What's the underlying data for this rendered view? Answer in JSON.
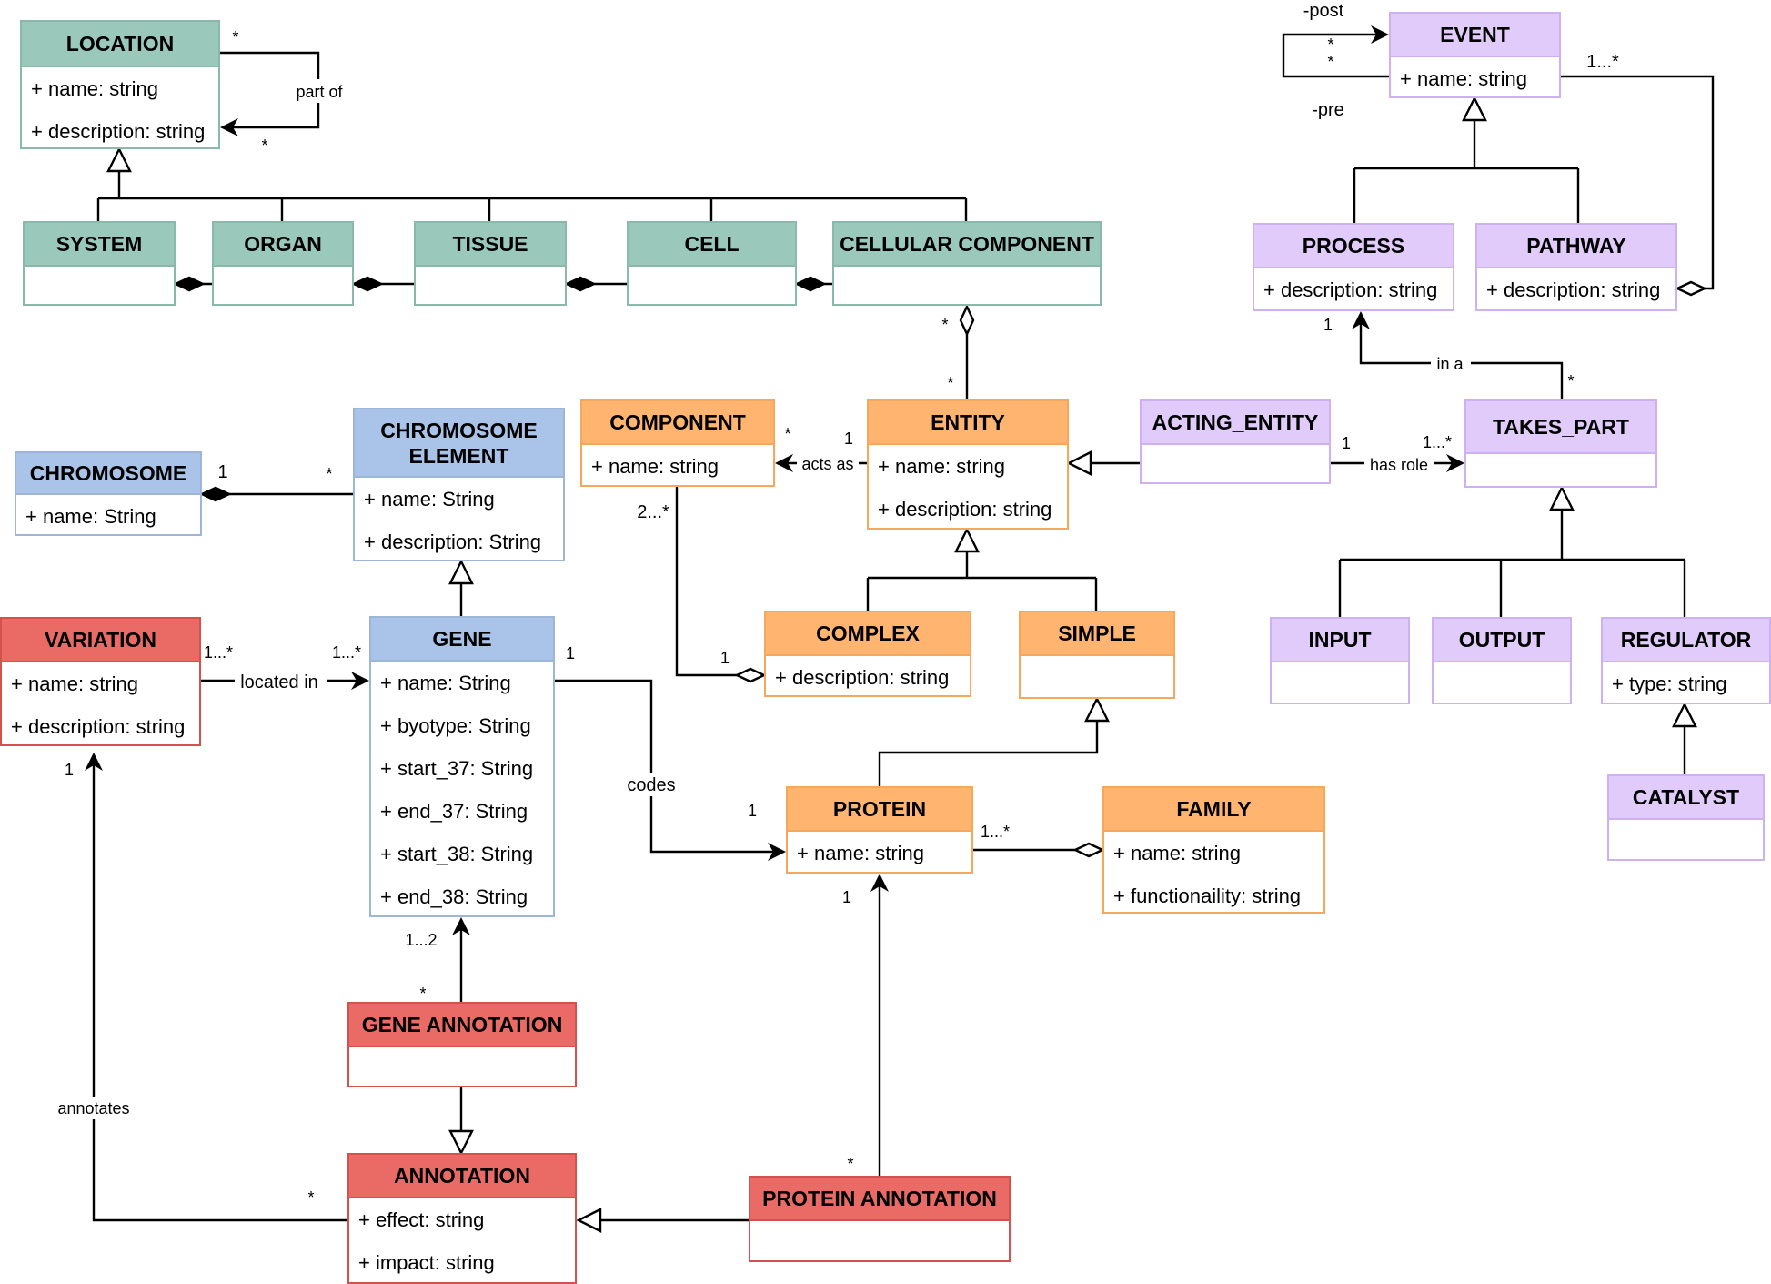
{
  "palette": {
    "teal_header": "#9ac9bc",
    "teal_border": "#8ab8ab",
    "blue_header": "#a9c4e8",
    "blue_border": "#9db5d6",
    "orange_header": "#ffb570",
    "orange_border": "#f5a85c",
    "purple_header": "#e1cbfb",
    "purple_border": "#cdb1f0",
    "red_header": "#ea6b66",
    "red_border": "#d4524d"
  },
  "classes": [
    {
      "id": "location",
      "name": "LOCATION",
      "color": "teal",
      "attributes": [
        "+ name: string",
        "+ description: string"
      ]
    },
    {
      "id": "system",
      "name": "SYSTEM",
      "color": "teal",
      "attributes": []
    },
    {
      "id": "organ",
      "name": "ORGAN",
      "color": "teal",
      "attributes": []
    },
    {
      "id": "tissue",
      "name": "TISSUE",
      "color": "teal",
      "attributes": []
    },
    {
      "id": "cell",
      "name": "CELL",
      "color": "teal",
      "attributes": []
    },
    {
      "id": "cellular-component",
      "name": "CELLULAR COMPONENT",
      "color": "teal",
      "attributes": []
    },
    {
      "id": "event",
      "name": "EVENT",
      "color": "purple",
      "attributes": [
        "+ name: string"
      ]
    },
    {
      "id": "process",
      "name": "PROCESS",
      "color": "purple",
      "attributes": [
        "+ description: string"
      ]
    },
    {
      "id": "pathway",
      "name": "PATHWAY",
      "color": "purple",
      "attributes": [
        "+ description: string"
      ]
    },
    {
      "id": "chromosome",
      "name": "CHROMOSOME",
      "color": "blue",
      "attributes": [
        "+ name: String"
      ]
    },
    {
      "id": "chromosome-element",
      "name": "CHROMOSOME ELEMENT",
      "color": "blue",
      "attributes": [
        "+ name: String",
        "+ description: String"
      ]
    },
    {
      "id": "component",
      "name": "COMPONENT",
      "color": "orange",
      "attributes": [
        "+ name: string"
      ]
    },
    {
      "id": "entity",
      "name": "ENTITY",
      "color": "orange",
      "attributes": [
        "+ name: string",
        "+ description: string"
      ]
    },
    {
      "id": "acting-entity",
      "name": "ACTING_ENTITY",
      "color": "purple",
      "attributes": []
    },
    {
      "id": "takes-part",
      "name": "TAKES_PART",
      "color": "purple",
      "attributes": []
    },
    {
      "id": "variation",
      "name": "VARIATION",
      "color": "red",
      "attributes": [
        "+ name: string",
        "+ description: string"
      ]
    },
    {
      "id": "gene",
      "name": "GENE",
      "color": "blue",
      "attributes": [
        "+ name: String",
        "+ byotype: String",
        "+ start_37: String",
        "+ end_37: String",
        "+ start_38: String",
        "+ end_38: String"
      ]
    },
    {
      "id": "complex",
      "name": "COMPLEX",
      "color": "orange",
      "attributes": [
        "+ description: string"
      ]
    },
    {
      "id": "simple",
      "name": "SIMPLE",
      "color": "orange",
      "attributes": []
    },
    {
      "id": "input",
      "name": "INPUT",
      "color": "purple",
      "attributes": []
    },
    {
      "id": "output",
      "name": "OUTPUT",
      "color": "purple",
      "attributes": []
    },
    {
      "id": "regulator",
      "name": "REGULATOR",
      "color": "purple",
      "attributes": [
        "+ type: string"
      ]
    },
    {
      "id": "protein",
      "name": "PROTEIN",
      "color": "orange",
      "attributes": [
        "+ name: string"
      ]
    },
    {
      "id": "family",
      "name": "FAMILY",
      "color": "orange",
      "attributes": [
        "+ name: string",
        "+ functionaility: string"
      ]
    },
    {
      "id": "catalyst",
      "name": "CATALYST",
      "color": "purple",
      "attributes": []
    },
    {
      "id": "gene-annotation",
      "name": "GENE ANNOTATION",
      "color": "red",
      "attributes": []
    },
    {
      "id": "annotation",
      "name": "ANNOTATION",
      "color": "red",
      "attributes": [
        "+ effect: string",
        "+ impact: string"
      ]
    },
    {
      "id": "protein-annotation",
      "name": "PROTEIN ANNOTATION",
      "color": "red",
      "attributes": []
    }
  ],
  "relations": [
    {
      "id": "location-part-of",
      "type": "association",
      "labels": [
        "*",
        "part of",
        "*"
      ]
    },
    {
      "id": "location-specializations",
      "type": "generalization",
      "labels": []
    },
    {
      "id": "system-organ",
      "type": "composition",
      "labels": []
    },
    {
      "id": "organ-tissue",
      "type": "composition",
      "labels": []
    },
    {
      "id": "tissue-cell",
      "type": "composition",
      "labels": []
    },
    {
      "id": "cell-cellular-component",
      "type": "composition",
      "labels": []
    },
    {
      "id": "event-pre-post",
      "type": "association",
      "labels": [
        "-post",
        "*",
        "*",
        "-pre"
      ]
    },
    {
      "id": "event-specializations",
      "type": "generalization",
      "labels": []
    },
    {
      "id": "pathway-event",
      "type": "aggregation",
      "labels": [
        "1...*"
      ]
    },
    {
      "id": "cellular-component-entity",
      "type": "aggregation",
      "labels": [
        "*",
        "*"
      ]
    },
    {
      "id": "chromosome-chromosome-element",
      "type": "composition",
      "labels": [
        "1",
        "*"
      ]
    },
    {
      "id": "entity-component-acts-as",
      "type": "association",
      "labels": [
        "1",
        "acts as",
        "*"
      ]
    },
    {
      "id": "acting-entity-entity",
      "type": "generalization",
      "labels": []
    },
    {
      "id": "acting-entity-takes-part",
      "type": "association",
      "labels": [
        "1",
        "has role",
        "1...*"
      ]
    },
    {
      "id": "takes-part-process",
      "type": "association",
      "labels": [
        "*",
        "in a",
        "1"
      ]
    },
    {
      "id": "entity-specializations",
      "type": "generalization",
      "labels": []
    },
    {
      "id": "takes-part-specializations",
      "type": "generalization",
      "labels": []
    },
    {
      "id": "gene-chromosome-element",
      "type": "generalization",
      "labels": []
    },
    {
      "id": "variation-gene-located-in",
      "type": "association",
      "labels": [
        "1...*",
        "located in",
        "1...*"
      ]
    },
    {
      "id": "component-complex",
      "type": "aggregation",
      "labels": [
        "2...*",
        "1"
      ]
    },
    {
      "id": "gene-protein-codes",
      "type": "association",
      "labels": [
        "1",
        "codes",
        "1"
      ]
    },
    {
      "id": "protein-simple",
      "type": "generalization",
      "labels": []
    },
    {
      "id": "family-protein",
      "type": "aggregation",
      "labels": [
        "1...*"
      ]
    },
    {
      "id": "catalyst-regulator",
      "type": "generalization",
      "labels": []
    },
    {
      "id": "gene-annotation-gene",
      "type": "association",
      "labels": [
        "1...2",
        "*"
      ]
    },
    {
      "id": "gene-annotation-annotation",
      "type": "generalization",
      "labels": []
    },
    {
      "id": "protein-annotation-annotation",
      "type": "generalization",
      "labels": []
    },
    {
      "id": "protein-annotation-protein",
      "type": "association",
      "labels": [
        "1",
        "*"
      ]
    },
    {
      "id": "annotation-variation",
      "type": "association",
      "labels": [
        "1",
        "annotates",
        "*"
      ]
    }
  ]
}
